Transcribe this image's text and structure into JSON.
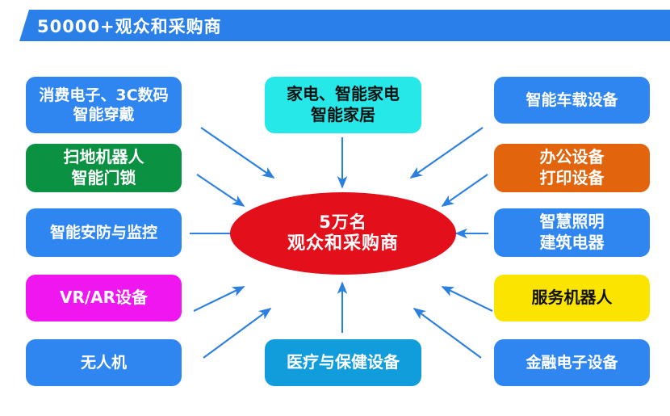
{
  "header": {
    "title": "50000+观众和采购商",
    "banner_color": "#2a7fe8",
    "text_color": "#ffffff"
  },
  "hub": {
    "name": "center-hub",
    "line1": "5万名",
    "line2": "观众和采购商",
    "fill": "#e3101b",
    "text_color": "#ffffff"
  },
  "arrow_color": "#2a7fe0",
  "nodes": [
    {
      "id": "consumer-electronics",
      "line1": "消费电子、3C数码",
      "line2": "智能穿戴",
      "fill": "#2f86f0",
      "text_color": "#ffffff"
    },
    {
      "id": "cleaning-robot",
      "line1": "扫地机器人",
      "line2": "智能门锁",
      "fill": "#0a9141",
      "text_color": "#ffffff"
    },
    {
      "id": "smart-security",
      "line1": "智能安防与监控",
      "line2": "",
      "fill": "#2f86f0",
      "text_color": "#ffffff"
    },
    {
      "id": "vr-ar",
      "line1": "VR/AR设备",
      "line2": "",
      "fill": "#ef16ef",
      "text_color": "#ffffff"
    },
    {
      "id": "drone",
      "line1": "无人机",
      "line2": "",
      "fill": "#2f86f0",
      "text_color": "#ffffff"
    },
    {
      "id": "home-appliance",
      "line1": "家电、智能家电",
      "line2": "智能家居",
      "fill": "#26e8e8",
      "text_color": "#111111"
    },
    {
      "id": "medical-health",
      "line1": "医疗与保健设备",
      "line2": "",
      "fill": "#119cdc",
      "text_color": "#ffffff"
    },
    {
      "id": "smart-vehicle",
      "line1": "智能车载设备",
      "line2": "",
      "fill": "#2f86f0",
      "text_color": "#ffffff"
    },
    {
      "id": "office-printing",
      "line1": "办公设备",
      "line2": "打印设备",
      "fill": "#e2640c",
      "text_color": "#ffffff"
    },
    {
      "id": "smart-lighting",
      "line1": "智慧照明",
      "line2": "建筑电器",
      "fill": "#2f86f0",
      "text_color": "#ffffff"
    },
    {
      "id": "service-robot",
      "line1": "服务机器人",
      "line2": "",
      "fill": "#fbe500",
      "text_color": "#111111"
    },
    {
      "id": "financial-electronics",
      "line1": "金融电子设备",
      "line2": "",
      "fill": "#2f86f0",
      "text_color": "#ffffff"
    }
  ]
}
